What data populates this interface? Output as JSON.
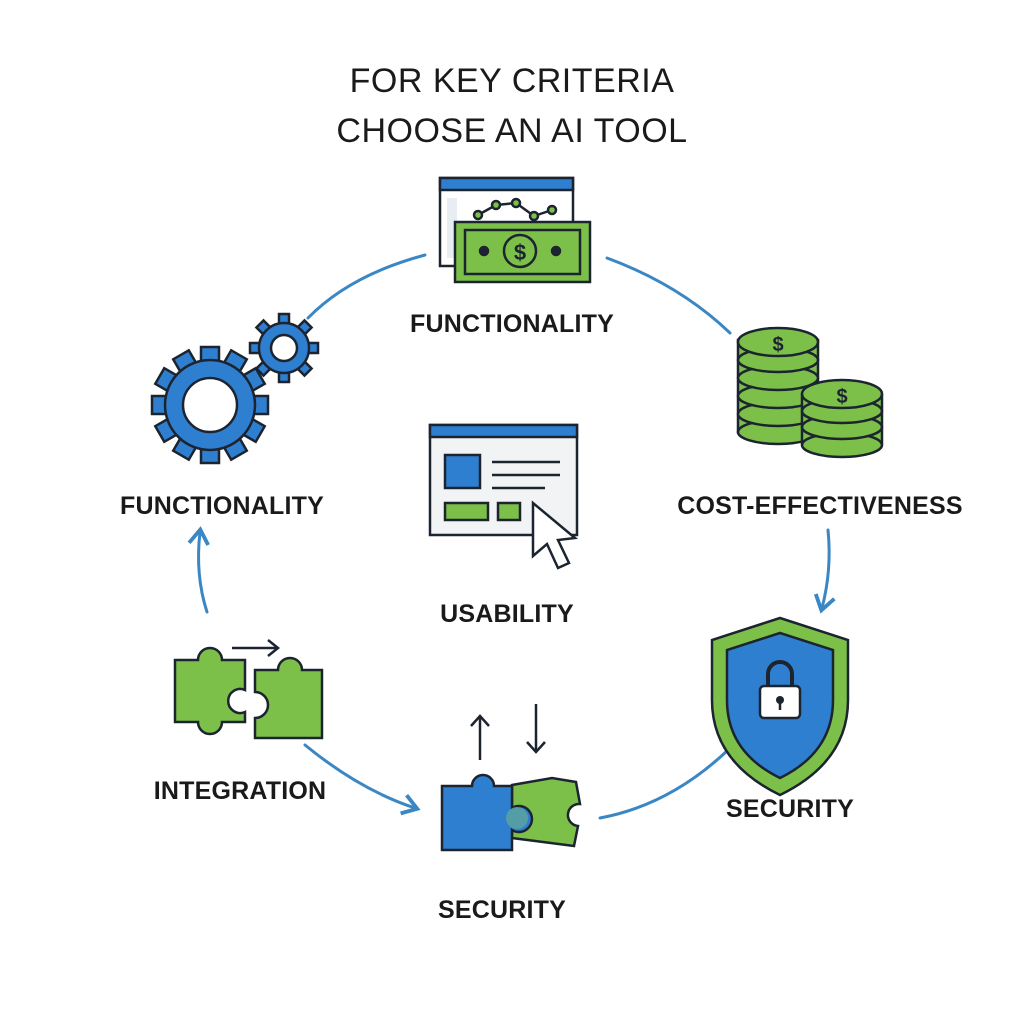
{
  "title": {
    "line1": "FOR KEY CRITERIA",
    "line2": "CHOOSE AN AI TOOL"
  },
  "nodes": [
    {
      "id": "top",
      "label": "FUNCTIONALITY",
      "icon": "money-browser-icon"
    },
    {
      "id": "right",
      "label": "COST-EFFECTIVENESS",
      "icon": "coin-stacks-icon"
    },
    {
      "id": "bottom-right",
      "label": "SECURITY",
      "icon": "shield-lock-icon"
    },
    {
      "id": "bottom",
      "label": "SECURITY",
      "icon": "puzzle-join-icon"
    },
    {
      "id": "left-bottom",
      "label": "INTEGRATION",
      "icon": "puzzle-arrow-icon"
    },
    {
      "id": "left",
      "label": "FUNCTIONALITY",
      "icon": "gears-icon"
    }
  ],
  "center": {
    "label": "USABILITY",
    "icon": "browser-cursor-icon"
  },
  "colors": {
    "blue": "#2f7fd0",
    "green": "#7cc04a",
    "outline": "#1c2430",
    "connector": "#3a87c4",
    "text": "#1a1a1a"
  }
}
